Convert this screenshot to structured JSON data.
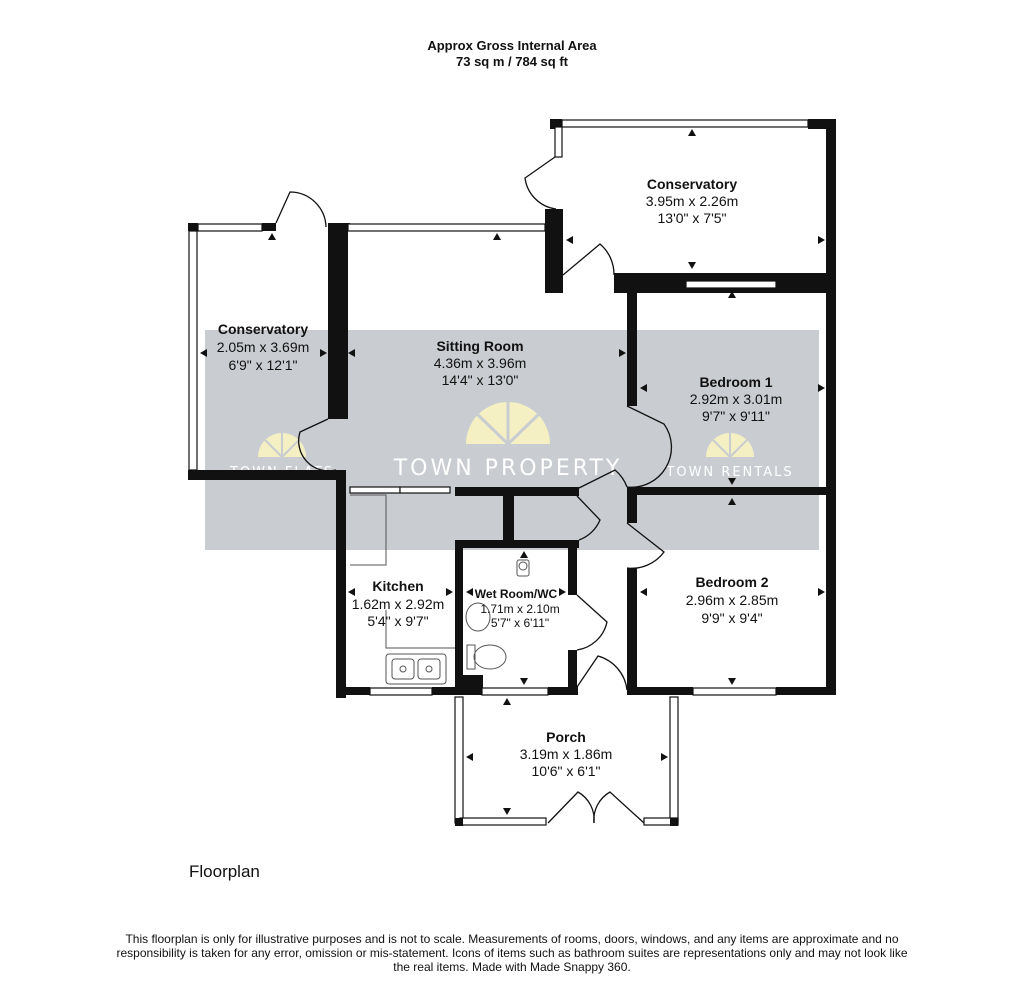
{
  "header": {
    "line1": "Approx Gross Internal Area",
    "line2": "73 sq m / 784 sq ft"
  },
  "rooms": {
    "conservatory_top": {
      "name": "Conservatory",
      "metric": "3.95m x 2.26m",
      "imperial": "13'0\" x 7'5\""
    },
    "conservatory_left": {
      "name": "Conservatory",
      "metric": "2.05m x 3.69m",
      "imperial": "6'9\" x 12'1\""
    },
    "sitting_room": {
      "name": "Sitting Room",
      "metric": "4.36m x 3.96m",
      "imperial": "14'4\" x 13'0\""
    },
    "bedroom1": {
      "name": "Bedroom 1",
      "metric": "2.92m x 3.01m",
      "imperial": "9'7\" x 9'11\""
    },
    "bedroom2": {
      "name": "Bedroom 2",
      "metric": "2.96m x 2.85m",
      "imperial": "9'9\" x 9'4\""
    },
    "kitchen": {
      "name": "Kitchen",
      "metric": "1.62m x 2.92m",
      "imperial": "5'4\" x 9'7\""
    },
    "wetroom": {
      "name": "Wet Room/WC",
      "metric": "1.71m x 2.10m",
      "imperial": "5'7\" x 6'11\""
    },
    "porch": {
      "name": "Porch",
      "metric": "3.19m x 1.86m",
      "imperial": "10'6\" x 6'1\""
    }
  },
  "watermark": {
    "center": "TOWN PROPERTY",
    "left": "TOWN FLATS",
    "right": "TOWN RENTALS"
  },
  "floor_label": "Floorplan",
  "disclaimer": "This floorplan is only for illustrative purposes and is not to scale. Measurements of rooms, doors, windows, and any items are approximate and no responsibility is taken for any error, omission or mis-statement. Icons of items such as bathroom suites are representations only and may not look like the real items. Made with Made Snappy 360.",
  "colors": {
    "wall": "#111111",
    "watermark_band": "#c9ccd1",
    "watermark_logo": "#f5f0c4"
  }
}
